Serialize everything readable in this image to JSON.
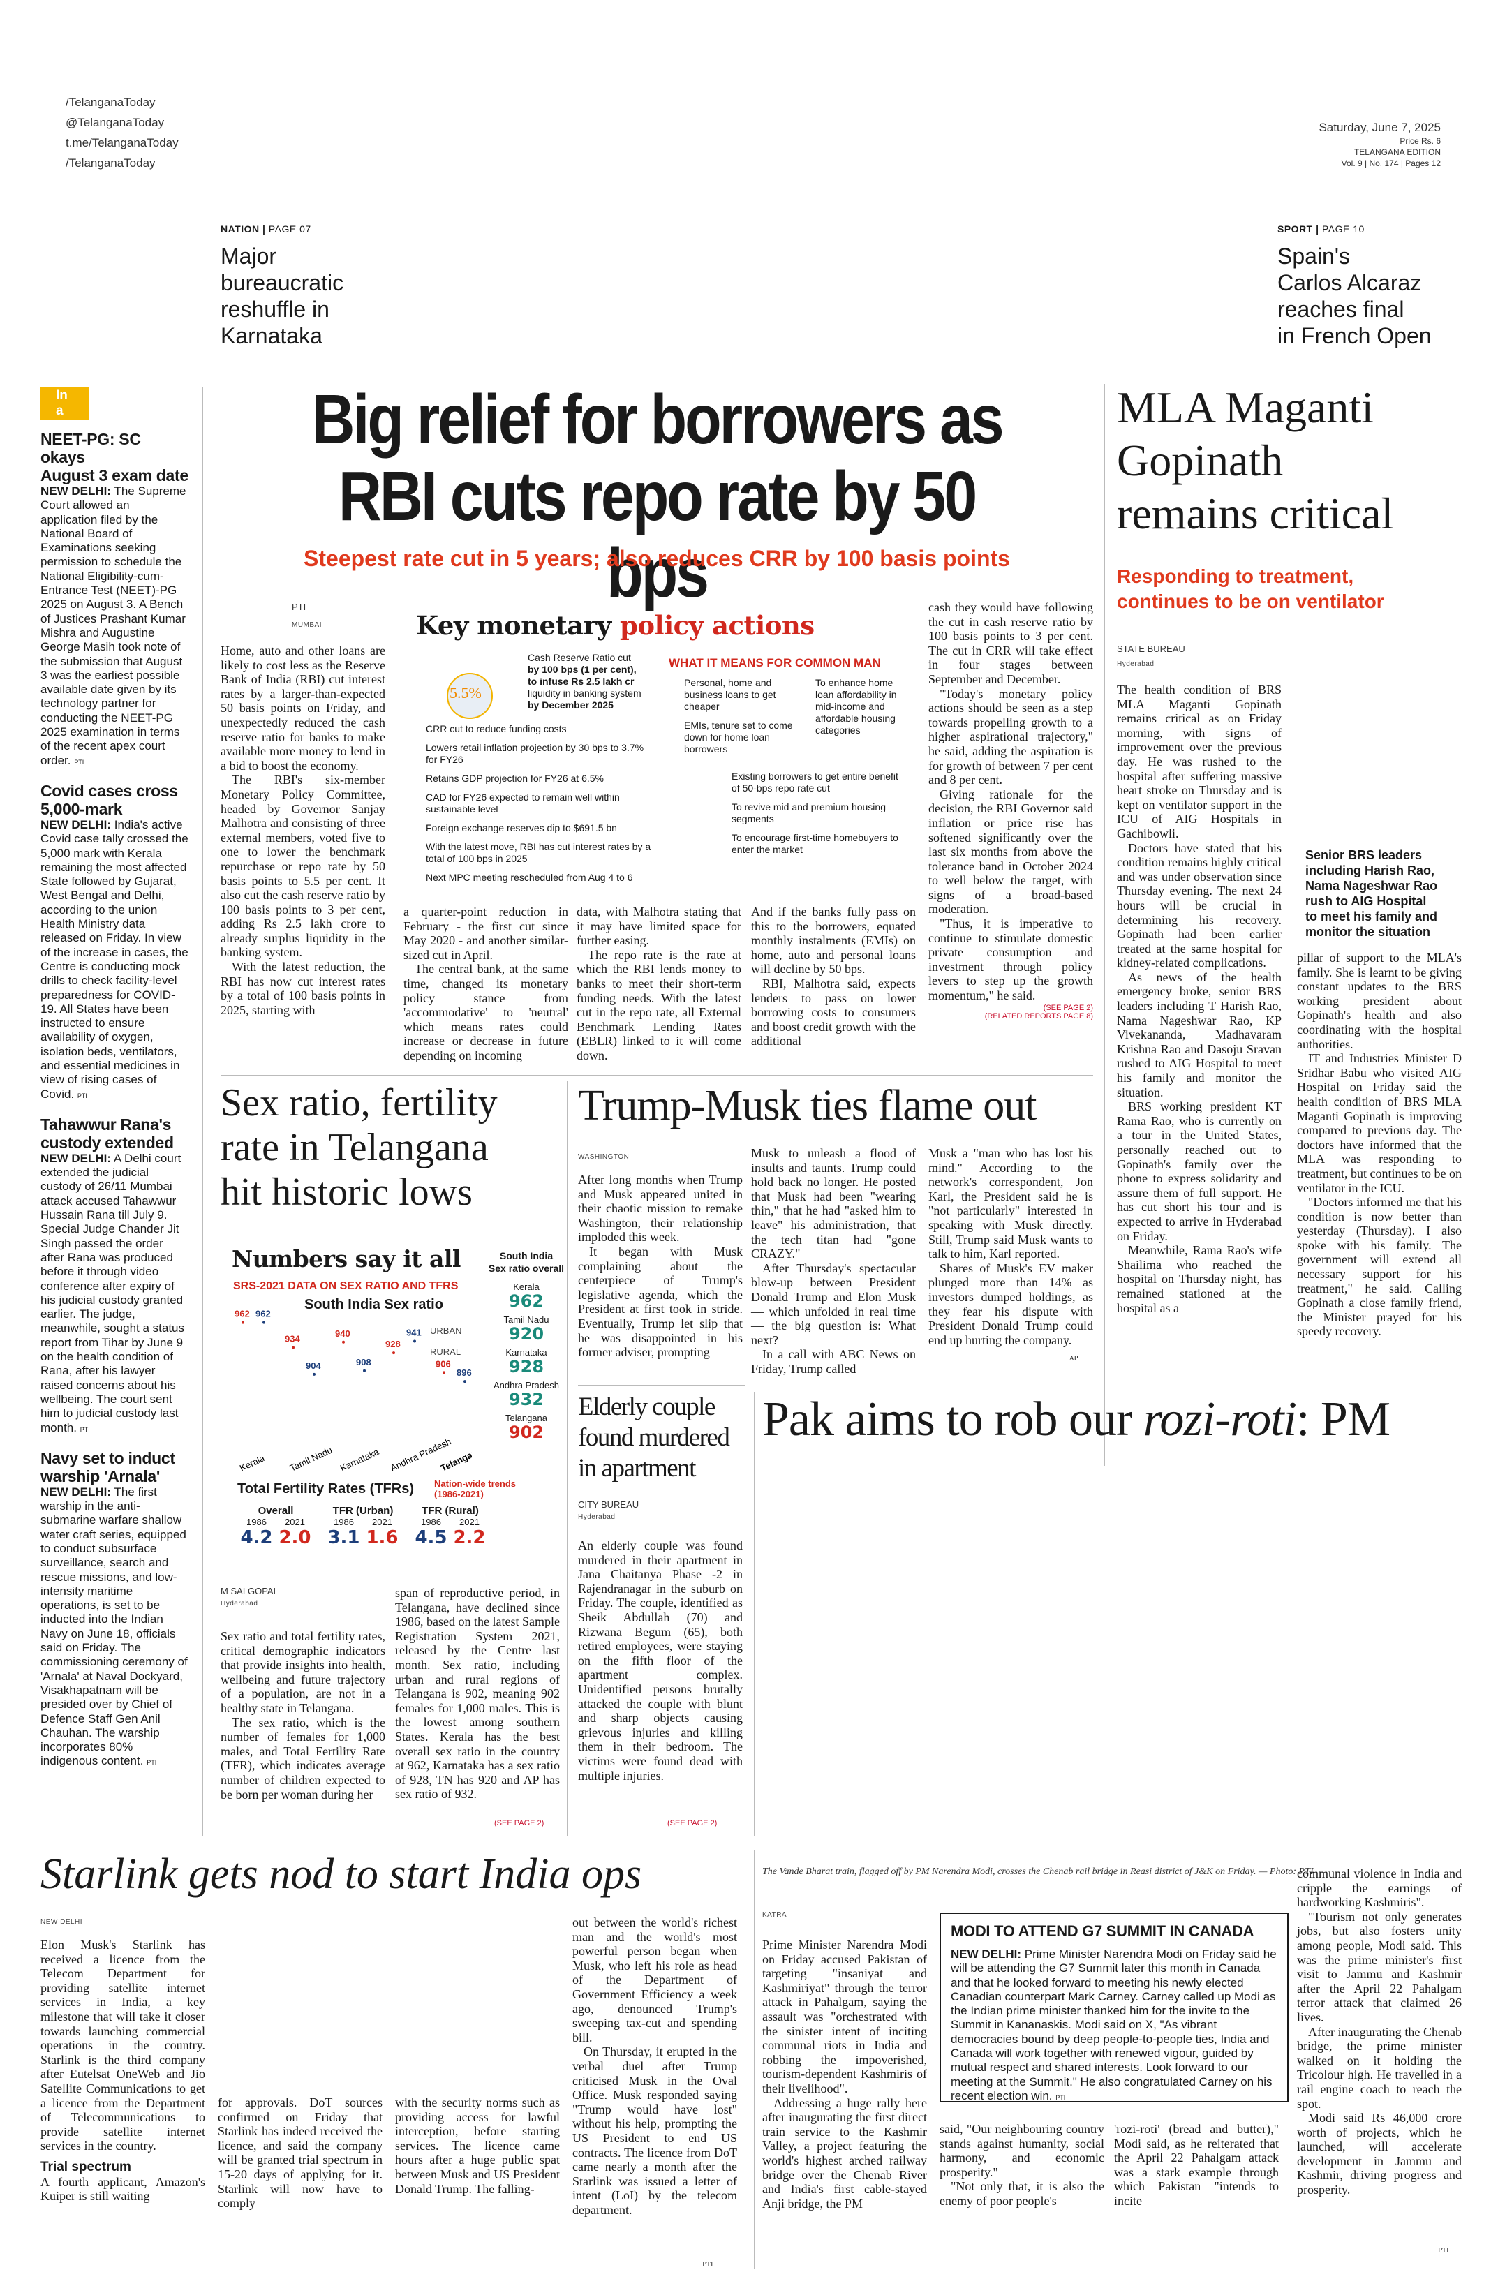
{
  "social": [
    "/TelanganaToday",
    "@TelanganaToday",
    "t.me/TelanganaToday",
    "/TelanganaToday"
  ],
  "masthead": {
    "date": "Saturday, June 7, 2025",
    "price": "Price Rs. 6",
    "edition": "TELANGANA EDITION",
    "volume": "Vol. 9 | No. 174 | Pages 12"
  },
  "teasers": [
    {
      "section": "NATION",
      "page": "PAGE 07",
      "title_lines": [
        "Major",
        "bureaucratic",
        "reshuffle in",
        "Karnataka"
      ]
    },
    {
      "section": "SPORT",
      "page": "PAGE 10",
      "title_lines": [
        "Spain's",
        "Carlos Alcaraz",
        "reaches final",
        "in French Open"
      ]
    }
  ],
  "briefs": {
    "label": "In a",
    "items": [
      {
        "headline_lines": [
          "NEET-PG: SC okays",
          "August 3 exam date"
        ],
        "dateline": "NEW DELHI:",
        "body": "The Supreme Court allowed an application filed by the National Board of Examinations seeking permission to schedule the National Eligibility-cum-Entrance Test (NEET)-PG 2025 on August 3. A Bench of Justices Prashant Kumar Mishra and Augustine George Masih took note of the submission that August 3 was the earliest possible available date given by its technology partner for conducting the NEET-PG 2025 examination in terms of the recent apex court order.",
        "credit": "PTI"
      },
      {
        "headline_lines": [
          "Covid cases cross",
          "5,000-mark"
        ],
        "dateline": "NEW DELHI:",
        "body": "India's active Covid case tally crossed the 5,000 mark with Kerala remaining the most affected State followed by Gujarat, West Bengal and Delhi, according to the union Health Ministry data released on Friday. In view of the increase in cases, the Centre is conducting mock drills to check facility-level preparedness for COVID-19. All States have been instructed to ensure availability of oxygen, isolation beds, ventilators, and essential medicines in view of rising cases of Covid.",
        "credit": "PTI"
      },
      {
        "headline_lines": [
          "Tahawwur Rana's",
          "custody extended"
        ],
        "dateline": "NEW DELHI:",
        "body": "A Delhi court extended the judicial custody of 26/11 Mumbai attack accused Tahawwur Hussain Rana till July 9. Special Judge Chander Jit Singh passed the order after Rana was produced before it through video conference after expiry of his judicial custody granted earlier. The judge, meanwhile, sought a status report from Tihar by June 9 on the health condition of Rana, after his lawyer raised concerns about his wellbeing. The court sent him to judicial custody last month.",
        "credit": "PTI"
      },
      {
        "headline_lines": [
          "Navy set to induct",
          "warship 'Arnala'"
        ],
        "dateline": "NEW DELHI:",
        "body": "The first warship in the anti-submarine warfare shallow water craft series, equipped to conduct subsurface surveillance, search and rescue missions, and low-intensity maritime operations, is set to be inducted into the Indian Navy on June 18, officials said on Friday. The commissioning ceremony of 'Arnala' at Naval Dockyard, Visakhapatnam will be presided over by Chief of Defence Staff Gen Anil Chauhan. The warship incorporates 80% indigenous content.",
        "credit": "PTI"
      }
    ]
  },
  "lead": {
    "headline_lines": [
      "Big relief for borrowers as",
      "RBI cuts repo rate by 50 bps"
    ],
    "subhead": "Steepest rate cut in 5 years; also reduces CRR by 100 basis points",
    "byline": "PTI",
    "dateline": "MUMBAI",
    "col1": [
      "Home, auto and other loans are likely to cost less as the Reserve Bank of India (RBI) cut interest rates by a larger-than-expected 50 basis points on Friday, and unexpectedly reduced the cash reserve ratio for banks to make available more money to lend in a bid to boost the economy.",
      "The RBI's six-member Monetary Policy Committee, headed by Governor Sanjay Malhotra and consisting of three external members, voted five to one to lower the benchmark repurchase or repo rate by 50 basis points to 5.5 per cent. It also cut the cash reserve ratio by 100 basis points to 3 per cent, adding Rs 2.5 lakh crore to already surplus liquidity in the banking system.",
      "With the latest reduction, the RBI has now cut interest rates by a total of 100 basis points in 2025, starting with"
    ],
    "col2": [
      "a quarter-point reduction in February - the first cut since May 2020 - and another similar-sized cut in April.",
      "The central bank, at the same time, changed its monetary policy stance from 'accommodative' to 'neutral' which means rates could increase or decrease in future depending on incoming"
    ],
    "col3": [
      "data, with Malhotra stating that it may have limited space for further easing.",
      "The repo rate is the rate at which the RBI lends money to banks to meet their short-term funding needs. With the latest cut in the repo rate, all External Benchmark Lending Rates (EBLR) linked to it will come down."
    ],
    "col4": [
      "And if the banks fully pass on this to the borrowers, equated monthly instalments (EMIs) on home, auto and personal loans will decline by 50 bps.",
      "RBI, Malhotra said, expects lenders to pass on lower borrowing costs to consumers and boost credit growth with the additional"
    ],
    "col5": [
      "cash they would have following the cut in cash reserve ratio by 100 basis points to 3 per cent. The cut in CRR will take effect in four stages between September and December.",
      "\"Today's monetary policy actions should be seen as a step towards propelling growth to a higher aspirational trajectory,\" he said, adding the aspiration is for growth of between 7 per cent and 8 per cent.",
      "Giving rationale for the decision, the RBI Governor said inflation or price rise has softened significantly over the last six months from above the tolerance band in October 2024 to well below the target, with signs of a broad-based moderation.",
      "\"Thus, it is imperative to continue to stimulate domestic private consumption and investment through policy levers to step up the growth momentum,\" he said."
    ],
    "see_page": "(SEE PAGE 2)",
    "related": "(RELATED REPORTS PAGE 8)"
  },
  "infographic": {
    "title_black": "Key monetary",
    "title_red": "policy actions",
    "repo_value": "5.5%",
    "crr_note": [
      "Cash Reserve Ratio cut",
      "by 100 bps (1 per cent),",
      "to infuse Rs 2.5 lakh cr",
      "liquidity in banking system",
      "by December 2025"
    ],
    "left_items": [
      "CRR cut to reduce funding costs",
      "Lowers retail inflation projection by 30 bps to 3.7% for FY26",
      "Retains GDP projection for FY26 at 6.5%",
      "CAD for FY26 expected to remain well within sustainable level",
      "Foreign exchange reserves dip to $691.5 bn",
      "With the latest move, RBI has cut interest rates by a total of 100 bps in 2025",
      "Next MPC meeting rescheduled from Aug 4 to 6"
    ],
    "common_man_title": "WHAT IT MEANS FOR COMMON MAN",
    "common_left": [
      "Personal, home and business loans to get cheaper",
      "EMIs, tenure set to come down for home loan borrowers"
    ],
    "common_right": [
      "To enhance home loan affordability in mid-income and affordable housing categories"
    ],
    "common_bottom": [
      "Existing borrowers to get entire benefit of 50-bps repo rate cut",
      "To revive mid and premium housing segments",
      "To encourage first-time homebuyers to enter the market"
    ]
  },
  "mla": {
    "headline_lines": [
      "MLA Maganti",
      "Gopinath",
      "remains critical"
    ],
    "subhead_lines": [
      "Responding to treatment,",
      "continues to be on ventilator"
    ],
    "byline": "STATE BUREAU",
    "dateline": "Hyderabad",
    "col1": [
      "The health condition of BRS MLA Maganti Gopinath remains critical as on Friday morning, with signs of improvement over the previous day. He was rushed to the hospital after suffering massive heart stroke on Thursday and is kept on ventilator support in the ICU of AIG Hospitals in Gachibowli.",
      "Doctors have stated that his condition remains highly critical and was under observation since Thursday evening. The next 24 hours will be crucial in determining his recovery. Gopinath had been earlier treated at the same hospital for kidney-related complications.",
      "As news of the health emergency broke, senior BRS leaders including T Harish Rao, Nama Nageshwar Rao, KP Vivekananda, Madhavaram Krishna Rao and Dasoju Sravan rushed to AIG Hospital to meet his family and monitor the situation.",
      "BRS working president KT Rama Rao, who is currently on a tour in the United States, personally reached out to Gopinath's family over the phone to express solidarity and assure them of full support. He has cut short his tour and is expected to arrive in Hyderabad on Friday.",
      "Meanwhile, Rama Rao's wife Shailima who reached the hospital on Thursday night, has remained stationed at the hospital as a"
    ],
    "col2": [
      "pillar of support to the MLA's family. She is learnt to be giving constant updates to the BRS working president about Gopinath's health and also coordinating with the hospital authorities.",
      "IT and Industries Minister D Sridhar Babu who visited AIG Hospital on Friday said the health condition of BRS MLA Maganti Gopinath is improving compared to previous day. The doctors have informed that the MLA was responding to treatment, but continues to be on ventilator in the ICU.",
      "\"Doctors informed me that his condition is now better than yesterday (Thursday). I also spoke with his family. The government will extend all necessary support for his treatment,\" he said. Calling Gopinath a close family friend, the Minister prayed for his speedy recovery."
    ],
    "caption_lines": [
      "Senior BRS leaders",
      "including Harish Rao,",
      "Nama Nageshwar Rao",
      "rush to AIG Hospital",
      "to meet his family and",
      "monitor the situation"
    ]
  },
  "sexratio": {
    "headline_lines": [
      "Sex ratio, fertility",
      "rate in Telangana",
      "hit historic lows"
    ],
    "byline": "M SAI GOPAL",
    "dateline": "Hyderabad",
    "col1": [
      "Sex ratio and total fertility rates, critical demographic indicators that provide insights into health, wellbeing and future trajectory of a population, are not in a healthy state in Telangana.",
      "The sex ratio, which is the number of females for 1,000 males, and Total Fertility Rate (TFR), which indicates average number of children expected to be born per woman during her"
    ],
    "col2": [
      "span of reproductive period, in Telangana, have declined since 1986, based on the latest Sample Registration System 2021, released by the Centre last month. Sex ratio, including urban and rural regions of Telangana is 902, meaning 902 females for 1,000 males. This is the lowest among southern States. Kerala has the best overall sex ratio in the country at 962, Karnataka has a sex ratio of 928, TN has 920 and AP has sex ratio of 932."
    ],
    "see_page": "(SEE PAGE 2)"
  },
  "numbers": {
    "title": "Numbers say it all",
    "subtitle": "SRS-2021 DATA ON SEX RATIO AND TFRS",
    "chart_title": "South India Sex ratio",
    "legend_urban": "URBAN",
    "legend_rural": "RURAL",
    "overall_title_lines": [
      "South India",
      "Sex ratio overall"
    ],
    "tfr_title": "Total Fertility Rates (TFRs)",
    "trend_title_lines": [
      "Nation-wide trends",
      "(1986-2021)"
    ],
    "tfr_groups": [
      {
        "label": "Overall",
        "y1": "1986",
        "y2": "2021",
        "v1": "4.2",
        "v2": "2.0"
      },
      {
        "label": "TFR (Urban)",
        "y1": "1986",
        "y2": "2021",
        "v1": "3.1",
        "v2": "1.6"
      },
      {
        "label": "TFR (Rural)",
        "y1": "1986",
        "y2": "2021",
        "v1": "4.5",
        "v2": "2.2"
      }
    ]
  },
  "chart_data": {
    "type": "bar",
    "title": "South India Sex ratio",
    "categories": [
      "Kerala",
      "Tamil Nadu",
      "Karnataka",
      "Andhra Pradesh",
      "Telangana"
    ],
    "series": [
      {
        "name": "URBAN",
        "values": [
          962,
          934,
          940,
          928,
          906
        ]
      },
      {
        "name": "RURAL",
        "values": [
          962,
          904,
          908,
          941,
          896
        ]
      }
    ],
    "overall": [
      {
        "name": "Kerala",
        "value": "962"
      },
      {
        "name": "Tamil Nadu",
        "value": "920"
      },
      {
        "name": "Karnataka",
        "value": "928"
      },
      {
        "name": "Andhra Pradesh",
        "value": "932"
      },
      {
        "name": "Telangana",
        "value": "902"
      }
    ],
    "ylim": [
      850,
      1000
    ]
  },
  "trump": {
    "headline": "Trump-Musk ties flame out",
    "dateline": "WASHINGTON",
    "col1": [
      "After long months when Trump and Musk appeared united in their chaotic mission to remake Washington, their relationship imploded this week.",
      "It began with Musk complaining about the centerpiece of Trump's legislative agenda, which the President at first took in stride. Eventually, Trump let slip that he was disappointed in his former adviser, prompting"
    ],
    "col2": [
      "Musk to unleash a flood of insults and taunts. Trump could hold back no longer. He posted that Musk had been \"wearing thin,\" that he had \"asked him to leave\" his administration, that the tech titan had \"gone CRAZY.\"",
      "After Thursday's spectacular blow-up between President Donald Trump and Elon Musk — which unfolded in real time — the big question is: What next?",
      "In a call with ABC News on Friday, Trump called"
    ],
    "col3": [
      "Musk a \"man who has lost his mind.\" According to the network's correspondent, Jon Karl, the President said he is \"not particularly\" interested in speaking with Musk directly. Still, Trump said Musk wants to talk to him, Karl reported.",
      "Shares of Musk's EV maker plunged more than 14% as investors dumped holdings, as they fear his dispute with President Donald Trump could end up hurting the company."
    ],
    "credit": "AP"
  },
  "elderly": {
    "headline_lines": [
      "Elderly couple",
      "found murdered",
      "in apartment"
    ],
    "byline": "CITY BUREAU",
    "dateline": "Hyderabad",
    "body": [
      "An elderly couple was found murdered in their apartment in Jana Chaitanya Phase -2 in Rajendranagar in the suburb on Friday. The couple, identified as Sheik Abdullah (70) and Rizwana Begum (65), both retired employees, were staying on the fifth floor of the apartment complex. Unidentified persons brutally attacked the couple with blunt and sharp objects causing grievous injuries and killing them in their bedroom. The victims were found dead with multiple injuries."
    ],
    "see_page": "(SEE PAGE 2)"
  },
  "pak": {
    "headline_plain": "Pak aims to rob our ",
    "headline_italic": "rozi-roti",
    "headline_tail": ": PM"
  },
  "starlink": {
    "headline": "Starlink gets nod to start India ops",
    "dateline": "NEW DELHI",
    "col1": [
      "Elon Musk's Starlink has received a licence from the Telecom Department for providing satellite internet services in India, a key milestone that will take it closer towards launching commercial operations in the country. Starlink is the third company after Eutelsat OneWeb and Jio Satellite Communications to get a licence from the Department of Telecommunications to provide satellite internet services in the country."
    ],
    "col1_sub": "Trial spectrum",
    "col1_end": [
      "A fourth applicant, Amazon's Kuiper is still waiting"
    ],
    "col2": [
      "for approvals. DoT sources confirmed on Friday that Starlink has indeed received the licence, and said the company will be granted trial spectrum in 15-20 days of applying for it. Starlink will now have to comply"
    ],
    "col3": [
      "with the security norms such as providing access for lawful interception, before starting services. The licence came hours after a huge public spat between Musk and US President Donald Trump. The falling-"
    ],
    "col4": [
      "out between the world's richest man and the world's most powerful person began when Musk, who left his role as head of the Department of Government Efficiency a week ago, denounced Trump's sweeping tax-cut and spending bill.",
      "On Thursday, it erupted in the verbal duel after Trump criticised Musk in the Oval Office. Musk responded saying \"Trump would have lost\" without his help, prompting the US President to end US contracts. The licence from DoT came nearly a month after the Starlink was issued a letter of intent (LoI) by the telecom department."
    ],
    "credit": "PTI"
  },
  "photo_caption": "The Vande Bharat train, flagged off by PM Narendra Modi, crosses the Chenab rail bridge in Reasi district of J&K on Friday. — Photo: PTI",
  "katra": {
    "dateline": "KATRA",
    "col1": [
      "Prime Minister Narendra Modi on Friday accused Pakistan of targeting \"insaniyat and Kashmiriyat\" through the terror attack in Pahalgam, saying the assault was \"orchestrated with the sinister intent of inciting communal riots in India and robbing the impoverished, tourism-dependent Kashmiris of their livelihood\".",
      "Addressing a huge rally here after inaugurating the first direct train service to the Kashmir Valley, a project featuring the world's highest arched railway bridge over the Chenab River and India's first cable-stayed Anji bridge, the PM"
    ],
    "col2": [
      "said, \"Our neighbouring country stands against humanity, social harmony, and economic prosperity.\"",
      "\"Not only that, it is also the enemy of poor people's"
    ],
    "col3": [
      "'rozi-roti' (bread and butter),\" Modi said, as he reiterated that the April 22 Pahalgam attack was a stark example through which Pakistan \"intends to incite"
    ],
    "col4": [
      "communal violence in India and cripple the earnings of hardworking Kashmiris\".",
      "\"Tourism not only generates jobs, but also fosters unity among people, Modi said. This was the prime minister's first visit to Jammu and Kashmir after the April 22 Pahalgam terror attack that claimed 26 lives.",
      "After inaugurating the Chenab bridge, the prime minister walked on it holding the Tricolour high. He travelled in a rail engine coach to reach the spot.",
      "Modi said Rs 46,000 crore worth of projects, which he launched, will accelerate development in Jammu and Kashmir, driving progress and prosperity."
    ],
    "credit": "PTI"
  },
  "g7": {
    "headline": "MODI TO ATTEND G7 SUMMIT IN CANADA",
    "dateline": "NEW DELHI:",
    "body": "Prime Minister Narendra Modi on Friday said he will be attending the G7 Summit later this month in Canada and that he looked forward to meeting his newly elected Canadian counterpart Mark Carney. Carney called up Modi as the Indian prime minister thanked him for the invite to the Summit in Kananaskis. Modi said on X, \"As vibrant democracies bound by deep people-to-people ties, India and Canada will work together with renewed vigour, guided by mutual respect and shared interests. Look forward to our meeting at the Summit.\" He also congratulated Carney on his recent election win.",
    "credit": "PTI"
  }
}
